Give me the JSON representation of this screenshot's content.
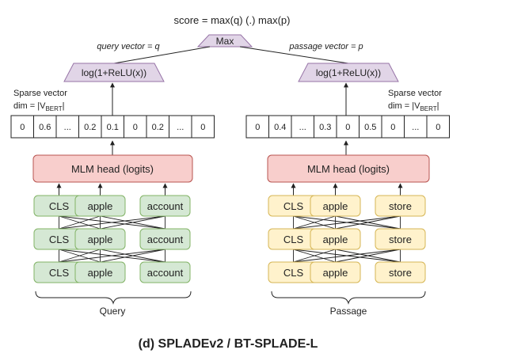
{
  "formula": "score = max(q) (.) max(p)",
  "max_label": "Max",
  "query_vector_label": "query vector = q",
  "passage_vector_label": "passage vector = p",
  "activation_label": "log(1+ReLU(x))",
  "sparse_vector_label_line1": "Sparse vector",
  "sparse_vector_label_dim": "dim = |V",
  "sparse_vector_label_sub": "BERT",
  "sparse_vector_label_end": "|",
  "mlm_head_label": "MLM head (logits)",
  "query": {
    "vector": [
      "0",
      "0.6",
      "...",
      "0.2",
      "0.1",
      "0",
      "0.2",
      "...",
      "0"
    ],
    "tokens": [
      "CLS",
      "apple",
      "account"
    ],
    "brace_label": "Query"
  },
  "passage": {
    "vector": [
      "0",
      "0.4",
      "...",
      "0.3",
      "0",
      "0.5",
      "0",
      "...",
      "0"
    ],
    "tokens": [
      "CLS",
      "apple",
      "store"
    ],
    "brace_label": "Passage"
  },
  "caption": "(d) SPLADEv2 / BT-SPLADE-L",
  "colors": {
    "purple_fill": "#e1d5e7",
    "purple_stroke": "#9673a6",
    "red_fill": "#f8cecc",
    "red_stroke": "#b85450",
    "green_fill": "#d5e8d4",
    "green_stroke": "#82b366",
    "yellow_fill": "#fff2cc",
    "yellow_stroke": "#d6b656"
  }
}
